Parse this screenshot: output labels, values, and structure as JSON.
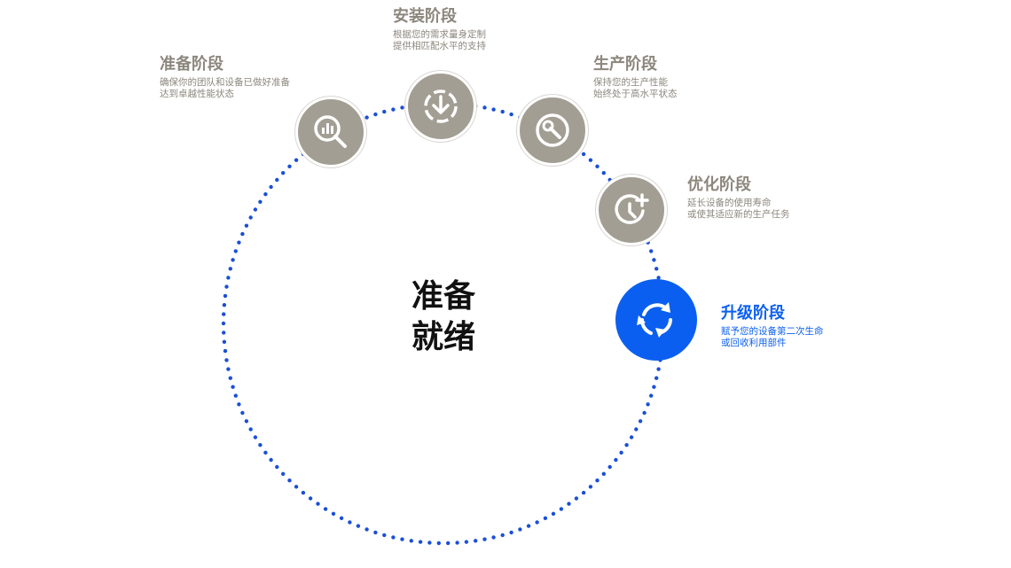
{
  "center": {
    "line1": "准备",
    "line2": "就绪"
  },
  "colors": {
    "gray": "#a39e93",
    "accent": "#0b5ff0",
    "text_gray": "#8c877d",
    "dots": "#1a4fd6"
  },
  "stages": [
    {
      "id": "prepare",
      "title": "准备阶段",
      "desc1": "确保你的团队和设备已做好准备",
      "desc2": "达到卓越性能状态",
      "icon": "magnify-chart-icon",
      "active": false
    },
    {
      "id": "install",
      "title": "安装阶段",
      "desc1": "根据您的需求量身定制",
      "desc2": "提供相匹配水平的支持",
      "icon": "download-circle-icon",
      "active": false
    },
    {
      "id": "produce",
      "title": "生产阶段",
      "desc1": "保持您的生产性能",
      "desc2": "始终处于高水平状态",
      "icon": "wrench-icon",
      "active": false
    },
    {
      "id": "optimize",
      "title": "优化阶段",
      "desc1": "延长设备的使用寿命",
      "desc2": "或使其适应新的生产任务",
      "icon": "clock-plus-icon",
      "active": false
    },
    {
      "id": "upgrade",
      "title": "升级阶段",
      "desc1": "赋予您的设备第二次生命",
      "desc2": "或回收利用部件",
      "icon": "refresh-arrows-icon",
      "active": true
    }
  ]
}
